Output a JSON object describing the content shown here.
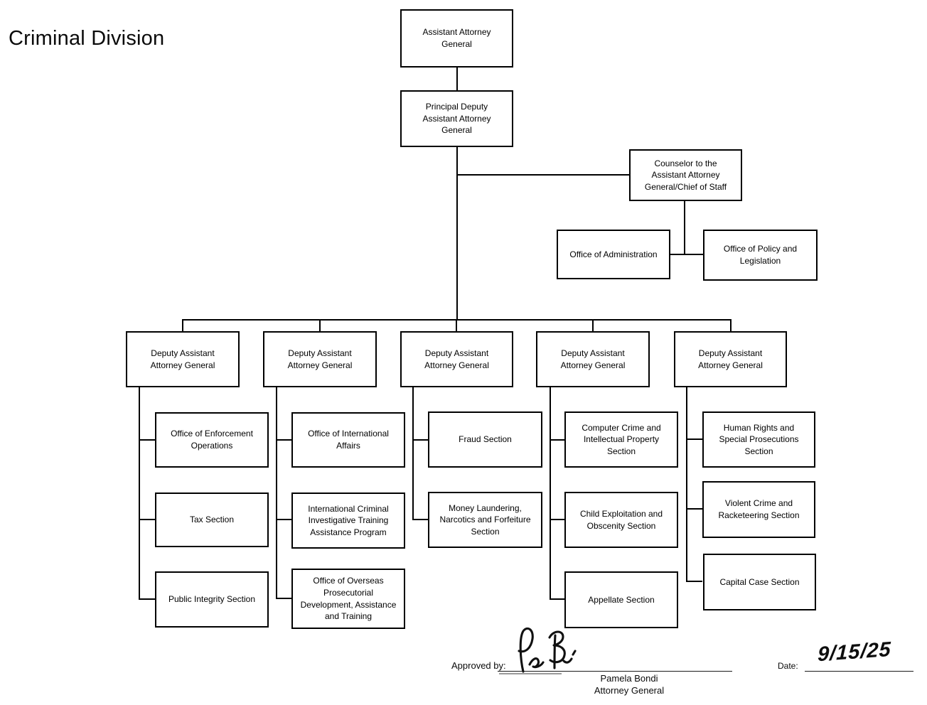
{
  "title": "Criminal Division",
  "colors": {
    "ink": "#000000",
    "background": "#ffffff"
  },
  "org": {
    "assistant_attorney_general": "Assistant Attorney\nGeneral",
    "principal_deputy": "Principal Deputy\nAssistant Attorney\nGeneral",
    "counselor": "Counselor to the\nAssistant Attorney\nGeneral/Chief of Staff",
    "office_of_administration": "Office of Administration",
    "office_of_policy_and_legislation": "Office of Policy and\nLegislation",
    "deputy_label": "Deputy Assistant\nAttorney General",
    "columns": [
      {
        "sections": [
          "Office of Enforcement\nOperations",
          "Tax Section",
          "Public Integrity Section"
        ]
      },
      {
        "sections": [
          "Office of International\nAffairs",
          "International Criminal\nInvestigative Training\nAssistance Program",
          "Office of Overseas\nProsecutorial\nDevelopment, Assistance\nand Training"
        ]
      },
      {
        "sections": [
          "Fraud Section",
          "Money Laundering,\nNarcotics and Forfeiture\nSection"
        ]
      },
      {
        "sections": [
          "Computer Crime and\nIntellectual Property\nSection",
          "Child Exploitation and\nObscenity Section",
          "Appellate Section"
        ]
      },
      {
        "sections": [
          "Human Rights and\nSpecial Prosecutions\nSection",
          "Violent Crime and\nRacketeering Section",
          "Capital Case Section"
        ]
      }
    ]
  },
  "footer": {
    "approved_by_label": "Approved by:",
    "signer_name": "Pamela Bondi",
    "signer_title": "Attorney General",
    "date_label": "Date:",
    "date_value": "9/15/25"
  }
}
